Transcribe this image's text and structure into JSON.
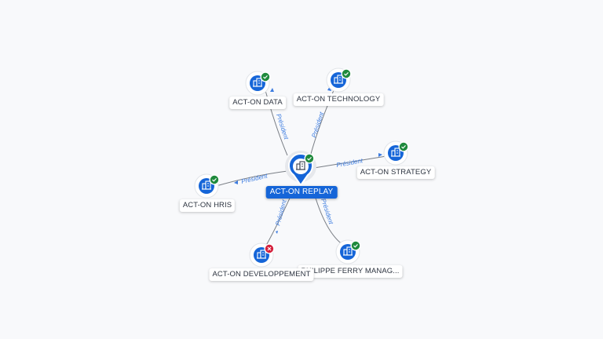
{
  "center": {
    "name": "ACT-ON REPLAY",
    "status": "active",
    "icon": "building-icon"
  },
  "nodes": [
    {
      "id": "data",
      "name": "ACT-ON DATA",
      "status": "active",
      "icon": "building-icon",
      "relation": "Président"
    },
    {
      "id": "technology",
      "name": "ACT-ON TECHNOLOGY",
      "status": "active",
      "icon": "building-icon",
      "relation": "Président"
    },
    {
      "id": "strategy",
      "name": "ACT-ON STRATEGY",
      "status": "active",
      "icon": "building-icon",
      "relation": "Président"
    },
    {
      "id": "hris",
      "name": "ACT-ON HRIS",
      "status": "active",
      "icon": "building-icon",
      "relation": "Président"
    },
    {
      "id": "developpement",
      "name": "ACT-ON DEVELOPPEMENT",
      "status": "closed",
      "icon": "building-icon",
      "relation": "Président"
    },
    {
      "id": "philippe",
      "name": "PHILIPPE FERRY MANAG...",
      "status": "active",
      "icon": "building-icon",
      "relation": "Président"
    }
  ],
  "colors": {
    "node": "#1565d8",
    "active_badge": "#1f8a3d",
    "closed_badge": "#d4213d",
    "edge_label": "#3b7be0"
  }
}
